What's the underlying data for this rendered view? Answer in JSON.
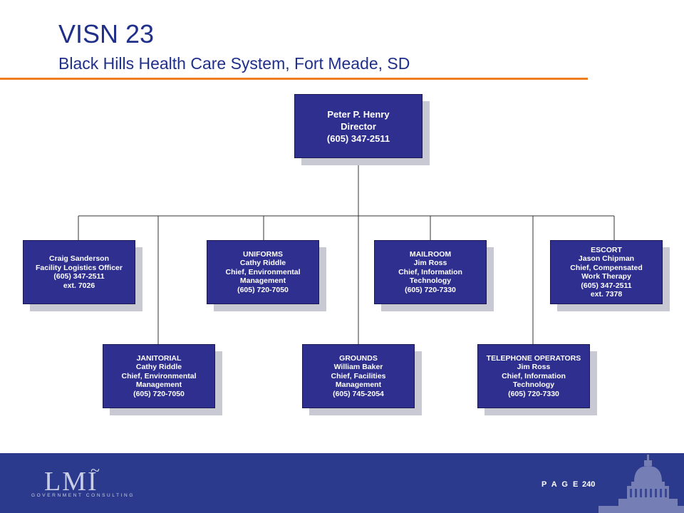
{
  "slide": {
    "title": "VISN 23",
    "subtitle": "Black Hills Health Care System, Fort Meade, SD"
  },
  "org_chart": {
    "director": {
      "lines": [
        "Peter P. Henry",
        "Director",
        "(605) 347-2511"
      ]
    },
    "row1": [
      {
        "lines": [
          "Craig Sanderson",
          "Facility Logistics Officer",
          "(605) 347-2511",
          "ext. 7026"
        ]
      },
      {
        "lines": [
          "UNIFORMS",
          "Cathy Riddle",
          "Chief, Environmental",
          "Management",
          "(605) 720-7050"
        ]
      },
      {
        "lines": [
          "MAILROOM",
          "Jim Ross",
          "Chief, Information",
          "Technology",
          "(605) 720-7330"
        ]
      },
      {
        "lines": [
          "ESCORT",
          "Jason Chipman",
          "Chief, Compensated",
          "Work Therapy",
          "(605) 347-2511",
          "ext. 7378"
        ]
      }
    ],
    "row2": [
      {
        "lines": [
          "JANITORIAL",
          "Cathy Riddle",
          "Chief, Environmental",
          "Management",
          "(605) 720-7050"
        ]
      },
      {
        "lines": [
          "GROUNDS",
          "William Baker",
          "Chief, Facilities",
          "Management",
          "(605) 745-2054"
        ]
      },
      {
        "lines": [
          "TELEPHONE OPERATORS",
          "Jim Ross",
          "Chief, Information",
          "Technology",
          "(605) 720-7330"
        ]
      }
    ]
  },
  "footer": {
    "logo": "LMI",
    "logo_sub": "GOVERNMENT CONSULTING",
    "page_label": "P A G E",
    "page_number": "240"
  },
  "colors": {
    "box_fill": "#2e2f8e",
    "accent_rule": "#ee7d1f",
    "title": "#1f2f8a",
    "footer": "#2b3a8c"
  }
}
